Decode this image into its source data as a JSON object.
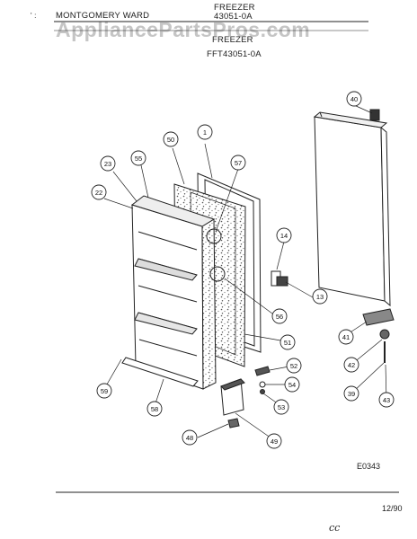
{
  "header": {
    "brand": "MONTGOMERY WARD",
    "category_top": "FREEZER",
    "model_partial": "43051-0A",
    "category": "FREEZER",
    "model": "FFT43051-0A",
    "watermark": "AppliancePartsPros.com",
    "margin_marks": "' :"
  },
  "diagram": {
    "drawing_code": "E0343",
    "date": "12/90",
    "initials": "cc",
    "callouts": [
      "40",
      "1",
      "50",
      "55",
      "23",
      "22",
      "57",
      "14",
      "13",
      "56",
      "51",
      "41",
      "42",
      "52",
      "54",
      "53",
      "59",
      "58",
      "39",
      "43",
      "48",
      "49"
    ]
  }
}
